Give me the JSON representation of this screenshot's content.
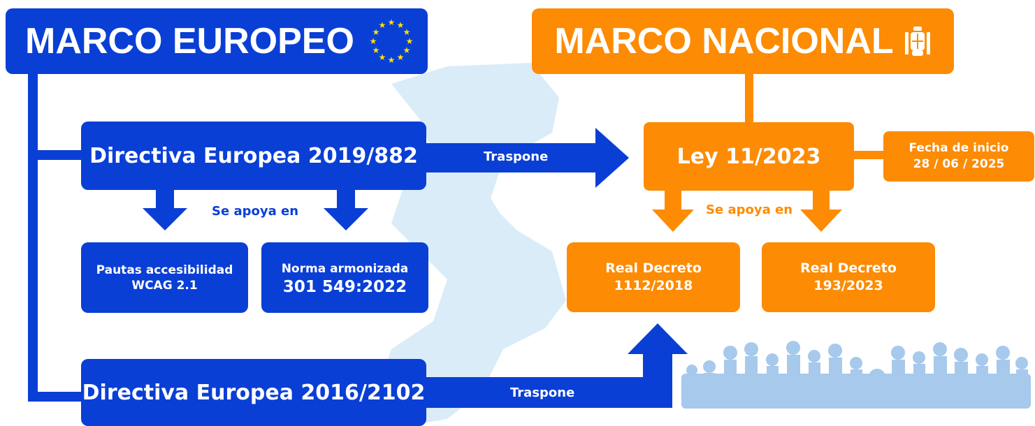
{
  "colors": {
    "blue": "#0a3fd6",
    "orange": "#fd8b03",
    "map": "#d9ecf8",
    "people": "#a6c9ec"
  },
  "europe": {
    "title": "MARCO EUROPEO",
    "icon": "eu-stars-icon",
    "directive_1": "Directiva Europea 2019/882",
    "relies_label": "Se apoya en",
    "guideline_line1": "Pautas accesibilidad",
    "guideline_line2": "WCAG 2.1",
    "standard_line1": "Norma armonizada",
    "standard_line2": "301 549:2022",
    "directive_2": "Directiva Europea 2016/2102"
  },
  "spain": {
    "title": "MARCO NACIONAL",
    "icon": "spain-coat-of-arms-icon",
    "law": "Ley 11/2023",
    "start_label": "Fecha de inicio",
    "start_date": "28 / 06 / 2025",
    "relies_label": "Se apoya en",
    "decree_1_line1": "Real Decreto",
    "decree_1_line2": "1112/2018",
    "decree_2_line1": "Real Decreto",
    "decree_2_line2": "193/2023"
  },
  "arrows": {
    "transpose_1": "Traspone",
    "transpose_2": "Traspone"
  },
  "decor": {
    "map": "europe-map-silhouette",
    "people": "people-crowd-silhouette"
  }
}
